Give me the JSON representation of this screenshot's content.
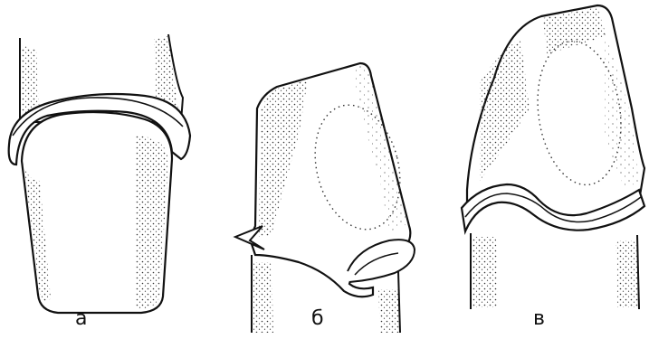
{
  "figure": {
    "panels": [
      {
        "label": "а"
      },
      {
        "label": "б"
      },
      {
        "label": "в"
      }
    ]
  },
  "colors": {
    "ink": "#111111",
    "paper": "#ffffff",
    "stipple": "#333333"
  }
}
